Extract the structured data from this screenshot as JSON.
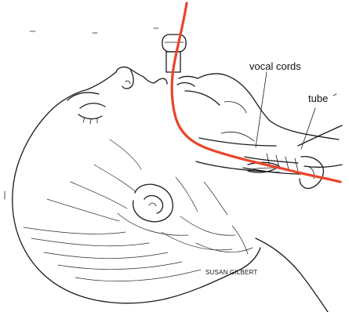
{
  "labels": {
    "vocal_cords": "vocal cords",
    "tube": "tube",
    "credit": "SUSAN GILBERT"
  },
  "colors": {
    "tube": "#e8452a",
    "ink": "#1a1a1a",
    "background": "#ffffff"
  }
}
